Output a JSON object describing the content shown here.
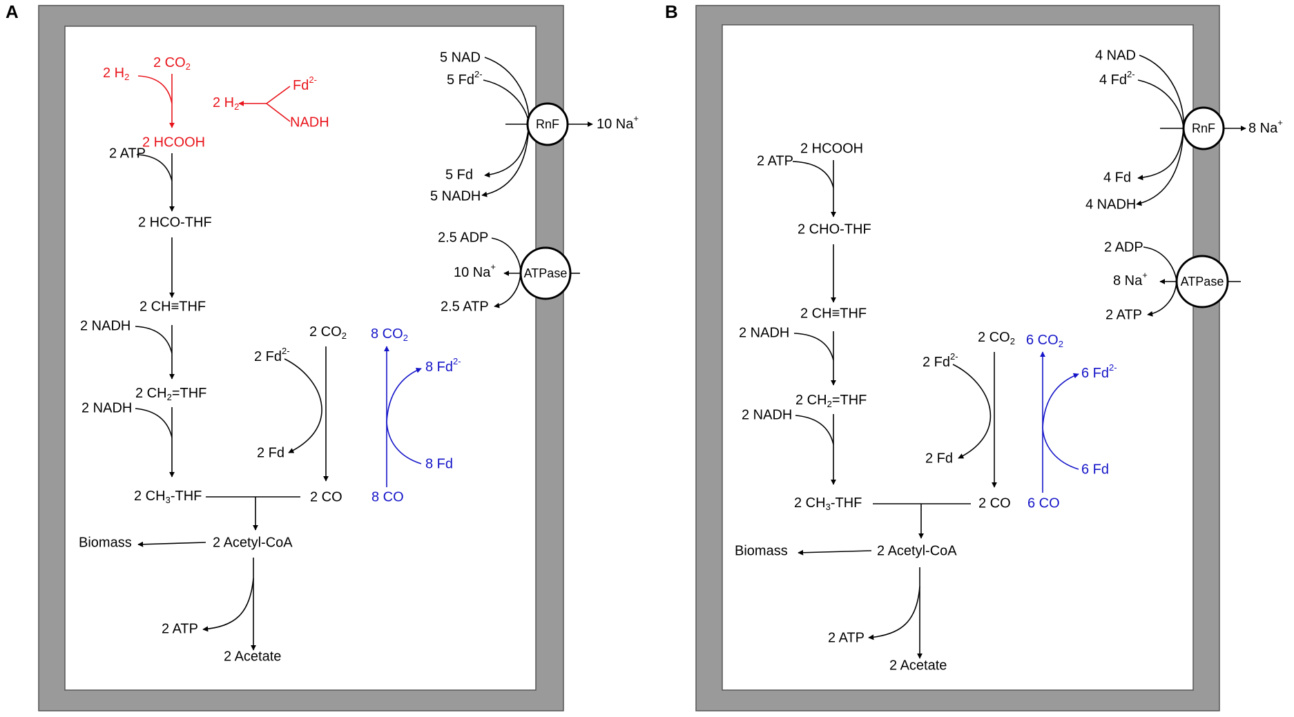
{
  "panels": {
    "a": {
      "letter": "A",
      "enzymes": {
        "rnf": "RnF",
        "atpase": "ATPase"
      },
      "h2_pathway": {
        "h2": {
          "t": "2 H",
          "s": "2"
        },
        "co2": {
          "t": "2 CO",
          "s": "2"
        },
        "hcooh": "2 HCOOH",
        "fd_red": {
          "t": "Fd",
          "p": "2-"
        },
        "h2_out": {
          "t": "2 H",
          "s": "2"
        },
        "nadh": "NADH"
      },
      "methyl_branch": {
        "atp_in": "2 ATP",
        "formyl_thf": "2 HCO-THF",
        "methenyl_thf": "2 CH≡THF",
        "nadh_1": "2 NADH",
        "methylene_thf": {
          "t1": "2 CH",
          "s": "2",
          "t2": "=THF"
        },
        "nadh_2": "2 NADH",
        "methyl_thf": {
          "t1": "2 CH",
          "s": "3",
          "t2": "-THF"
        }
      },
      "carbonyl_branch": {
        "co2": {
          "t": "2 CO",
          "s": "2"
        },
        "fd_red": {
          "t": "2 Fd",
          "p": "2-"
        },
        "fd_ox": "2 Fd",
        "co": "2 CO"
      },
      "co_oxidation": {
        "co2": {
          "t": "8 CO",
          "s": "2"
        },
        "fd_red": {
          "t": "8 Fd",
          "p": "2-"
        },
        "fd_ox": "8 Fd",
        "co": "8 CO"
      },
      "acetyl": {
        "acetyl_coa": "2 Acetyl-CoA",
        "biomass": "Biomass",
        "atp_out": "2 ATP",
        "acetate": "2 Acetate"
      },
      "rnf_complex": {
        "nad_in": "5 NAD",
        "fd_red_in": {
          "t": "5 Fd",
          "p": "2-"
        },
        "fd_ox_out": "5 Fd",
        "nadh_out": "5 NADH",
        "na_out": {
          "t": "10 Na",
          "p": "+"
        }
      },
      "atp_synthase": {
        "adp_in": "2.5 ADP",
        "na_in": {
          "t": "10 Na",
          "p": "+"
        },
        "atp_out": "2.5 ATP"
      }
    },
    "b": {
      "letter": "B",
      "enzymes": {
        "rnf": "RnF",
        "atpase": "ATPase"
      },
      "methyl_branch": {
        "hcooh": "2 HCOOH",
        "atp_in": "2 ATP",
        "formyl_thf": "2 CHO-THF",
        "methenyl_thf": "2 CH≡THF",
        "nadh_1": "2 NADH",
        "methylene_thf": {
          "t1": "2 CH",
          "s": "2",
          "t2": "=THF"
        },
        "nadh_2": "2 NADH",
        "methyl_thf": {
          "t1": "2 CH",
          "s": "3",
          "t2": "-THF"
        }
      },
      "carbonyl_branch": {
        "co2": {
          "t": "2 CO",
          "s": "2"
        },
        "fd_red": {
          "t": "2 Fd",
          "p": "2-"
        },
        "fd_ox": "2 Fd",
        "co": "2 CO"
      },
      "co_oxidation": {
        "co2": {
          "t": "6 CO",
          "s": "2"
        },
        "fd_red": {
          "t": "6 Fd",
          "p": "2-"
        },
        "fd_ox": "6 Fd",
        "co": "6 CO"
      },
      "acetyl": {
        "acetyl_coa": "2 Acetyl-CoA",
        "biomass": "Biomass",
        "atp_out": "2 ATP",
        "acetate": "2 Acetate"
      },
      "rnf_complex": {
        "nad_in": "4 NAD",
        "fd_red_in": {
          "t": "4 Fd",
          "p": "2-"
        },
        "fd_ox_out": "4 Fd",
        "nadh_out": "4 NADH",
        "na_out": {
          "t": "8 Na",
          "p": "+"
        }
      },
      "atp_synthase": {
        "adp_in": "2 ADP",
        "na_in": {
          "t": "8 Na",
          "p": "+"
        },
        "atp_out": "2 ATP"
      }
    }
  },
  "colors": {
    "membrane": "#9a9a9a",
    "cytoplasm": "#ffffff",
    "h2_pathway": "#e8141b",
    "co_oxidation": "#1414c8",
    "default": "#000000"
  }
}
